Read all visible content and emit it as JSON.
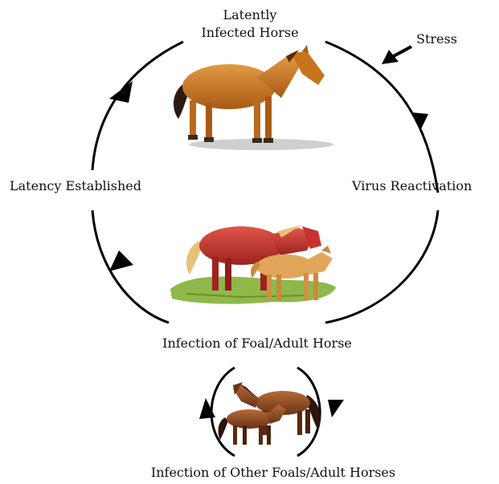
{
  "labels": {
    "top_line1": "Latently",
    "top_line2": "Infected Horse",
    "stress": "Stress",
    "right": "Virus Reactivation",
    "left": "Latency Established",
    "middle": "Infection of Foal/Adult Horse",
    "bottom": "Infection of Other Foals/Adult Horses"
  },
  "colors": {
    "cycle_line": "#000000",
    "horse_chestnut": "#c8741f",
    "horse_red": "#c7322e",
    "foal": "#e2a65a",
    "bay": "#8c4a23",
    "grass": "#8fb84a"
  }
}
